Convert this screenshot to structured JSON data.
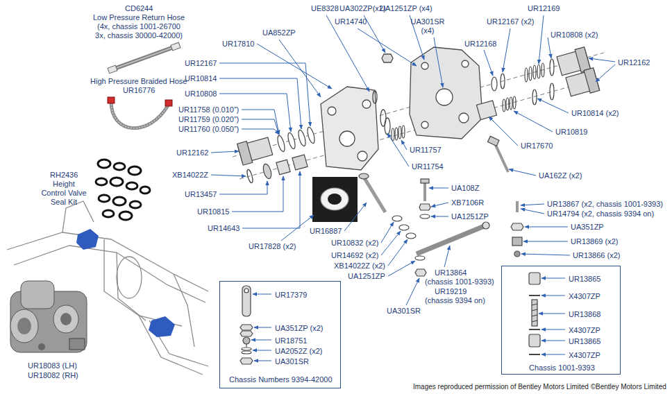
{
  "diagram": {
    "caption": "Images reproduced permission of Bentley Motors Limited ©Bentley Motors Limited",
    "nodes": [
      {
        "text": [
          "UR17379",
          "UA351ZP (x2)",
          "UR18751",
          "UA2052Z (x2)",
          "UA301SR",
          "Chassis Numbers 9394-42000"
        ]
      },
      {
        "text": [
          "UR13865",
          "X4307ZP",
          "UR13868",
          "X4307ZP",
          "UR13865",
          "X4307ZP",
          "Chassis 1001-9393"
        ]
      }
    ],
    "labels": [
      "CD6244",
      "Low Pressure Return Hose",
      "(4x, chassis 1001-26700 3x, chassis 30000-42000)",
      "UE8328",
      "UA302ZP(x2)",
      "UA1251ZP (x4)",
      "UR12169",
      "UR14740",
      "UA301SR (x4)",
      "UR12167 (x2)",
      "UA852ZP",
      "UR10808 (x2)",
      "UR12168",
      "UR17810",
      "UR12162",
      "UR12167",
      "UR10814",
      "High Pressure Braided Hose",
      "UR16776",
      "UR10808",
      "UR11758 (0.010”)",
      "UR10814 (x2)",
      "UR11759 (0.020”)",
      "UR11760 (0.050”)",
      "UR10819",
      "UR17670",
      "UR11757",
      "UR12162",
      "UR11754",
      "RH2436",
      "XB14022Z",
      "UA162Z (x2)",
      "Height Control Valve Seal Kit",
      "UA108Z",
      "UR13457",
      "XB7106R",
      "UR13867 (x2, chassis 1001-9393)",
      "UR10815",
      "UR14794 (x2, chassis 9394 on)",
      "UA1251ZP",
      "UA351ZP",
      "UR14643",
      "UR16887",
      "UR10832 (x2)",
      "UR13869 (x2)",
      "UR17828 (x2)",
      "UR14692 (x2)",
      "UR13866 (x2)",
      "XB14022Z (x2)",
      "UR13864",
      "UA1251ZP",
      "(chassis 1001-9393)",
      "UR19219",
      "(chassis 9394 on)",
      "UA301SR",
      "UR18083 (LH)",
      "UR18082 (RH)"
    ]
  }
}
